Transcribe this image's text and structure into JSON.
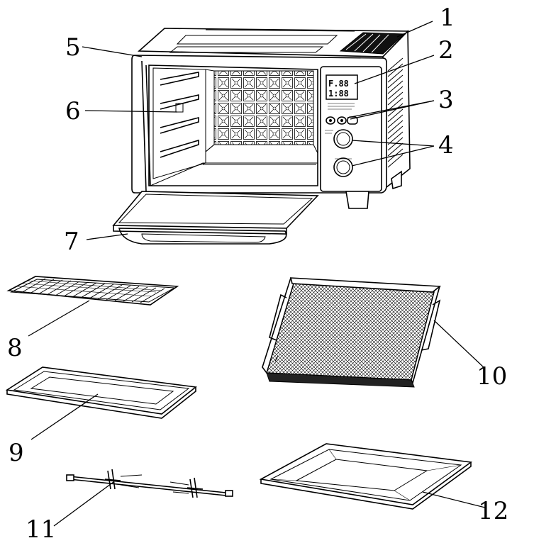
{
  "callouts": [
    {
      "id": "1",
      "label": "1"
    },
    {
      "id": "2",
      "label": "2"
    },
    {
      "id": "3",
      "label": "3"
    },
    {
      "id": "4",
      "label": "4"
    },
    {
      "id": "5",
      "label": "5"
    },
    {
      "id": "6",
      "label": "6"
    },
    {
      "id": "7",
      "label": "7"
    },
    {
      "id": "8",
      "label": "8"
    },
    {
      "id": "9",
      "label": "9"
    },
    {
      "id": "10",
      "label": "10"
    },
    {
      "id": "11",
      "label": "11"
    },
    {
      "id": "12",
      "label": "12"
    }
  ],
  "display_text": {
    "line1": "F.88",
    "line2": "1:88"
  }
}
